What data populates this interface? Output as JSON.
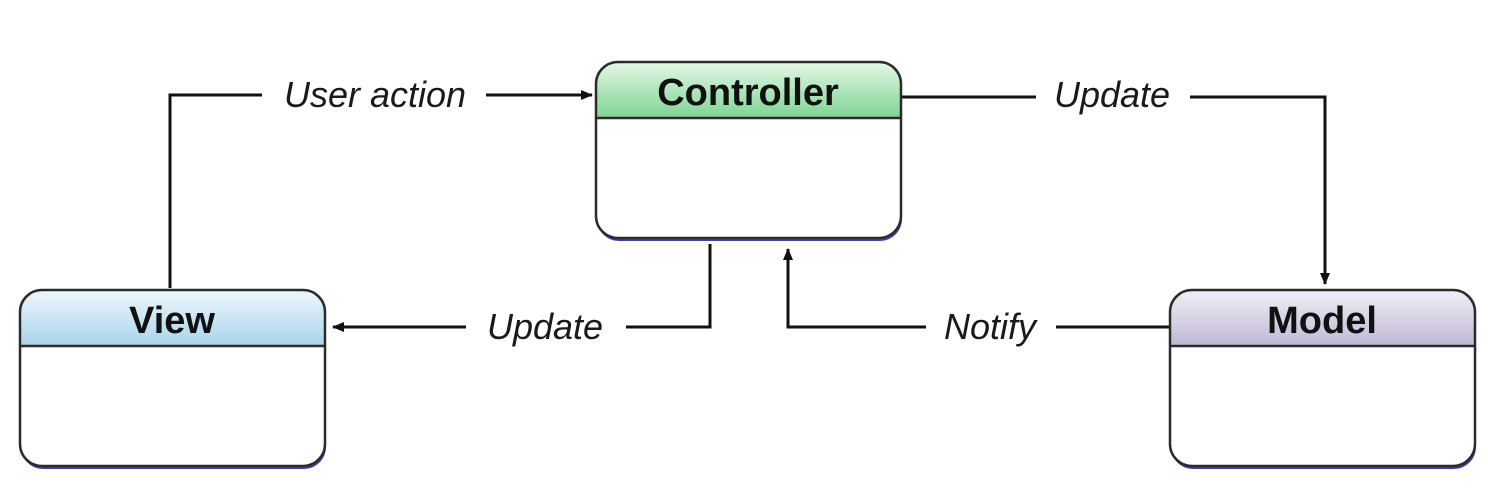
{
  "nodes": {
    "controller": {
      "title": "Controller",
      "color": "#7ed494"
    },
    "view": {
      "title": "View",
      "color": "#a9d4ea"
    },
    "model": {
      "title": "Model",
      "color": "#c6bfd8"
    }
  },
  "edges": {
    "user_action": {
      "label": "User action"
    },
    "controller_to_model": {
      "label": "Update"
    },
    "controller_to_view": {
      "label": "Update"
    },
    "model_notify": {
      "label": "Notify"
    }
  },
  "colors": {
    "box_border": "#2b2b2b",
    "box_shadow": "#3d3fb8",
    "connector": "#111111"
  }
}
